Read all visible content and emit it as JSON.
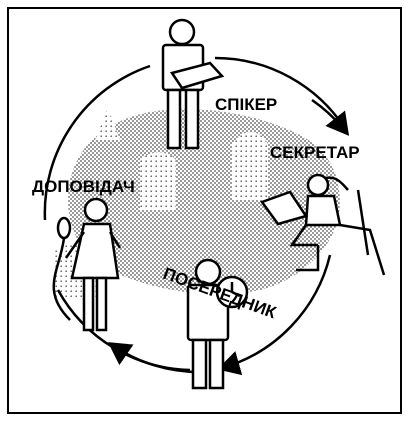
{
  "labels": {
    "speaker": "СПІКЕР",
    "secretary": "СЕКРЕТАР",
    "reporter": "ДОПОВІДАЧ",
    "mediator": "ПОСЕРЕДНИК"
  }
}
